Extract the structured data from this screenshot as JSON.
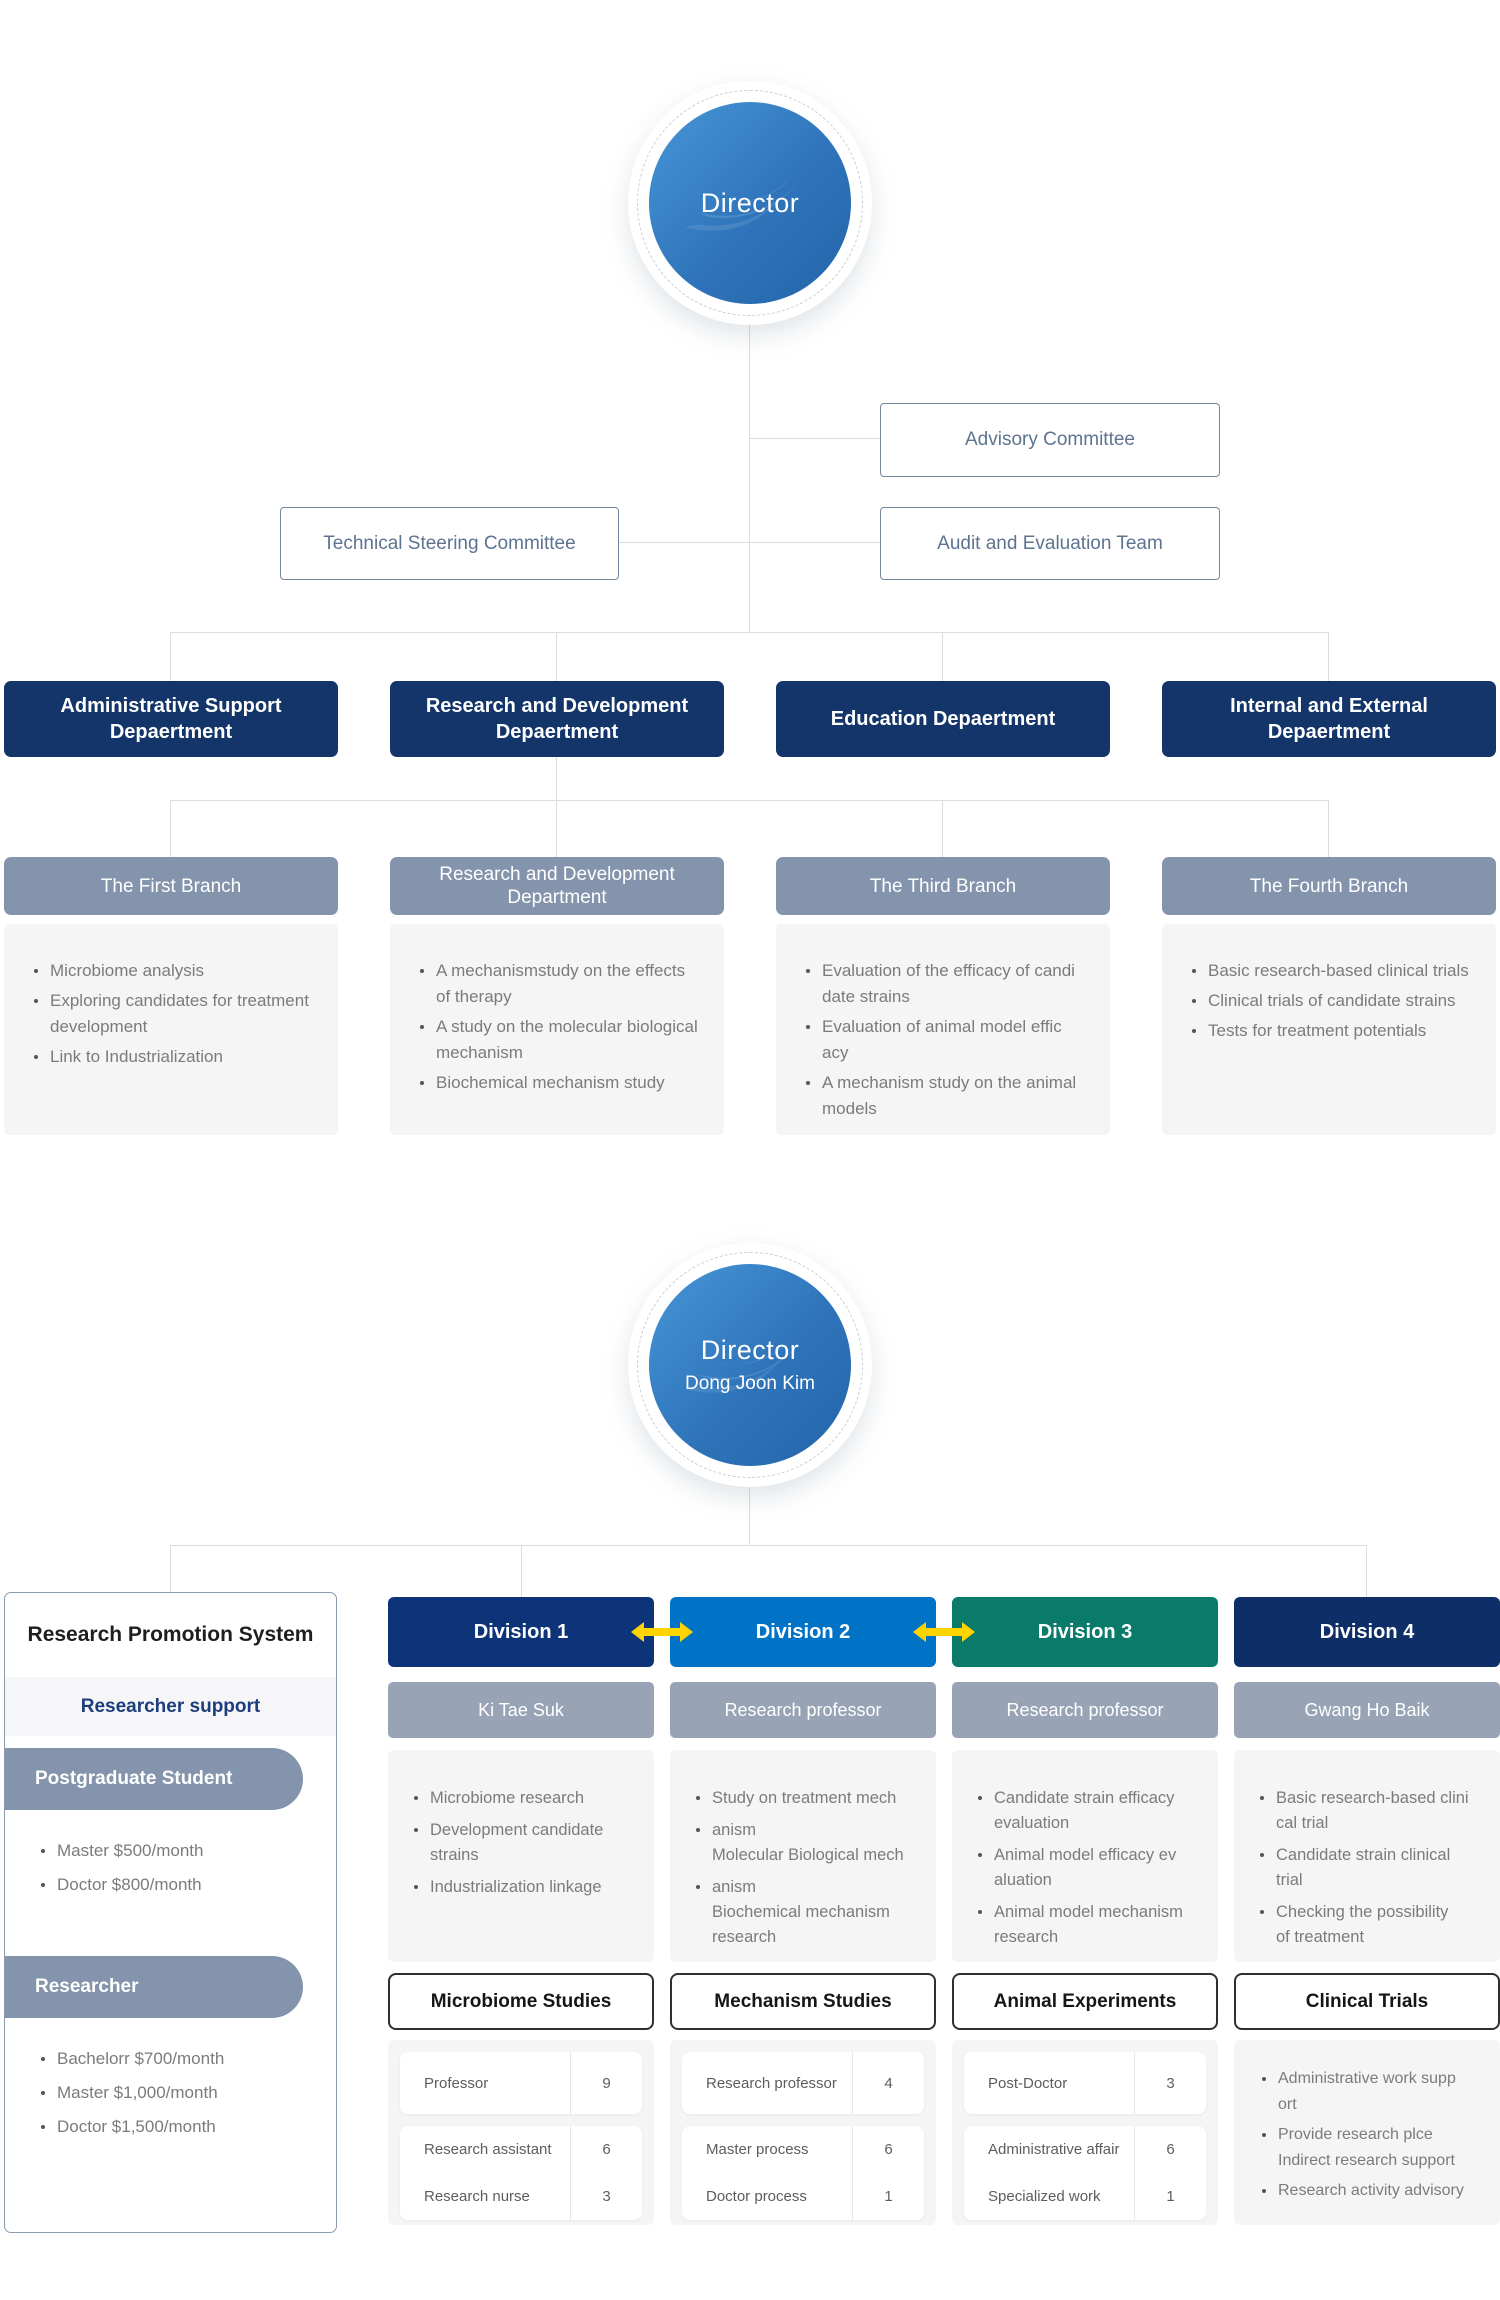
{
  "palette": {
    "department_navy": "#133569",
    "division1_navy": "#0d3478",
    "division2_blue": "#0173c7",
    "division3_teal": "#0a7a6b",
    "division4_navy": "#0d2e66",
    "header_gray": "#8494ac",
    "subheader_gray": "#98a4b6",
    "panel_gray": "#f5f5f5",
    "arrow_yellow": "#ffd400",
    "committee_border": "#73869f",
    "line_gray": "#dcdcdc",
    "accent_navy_text": "#1d3e7c"
  },
  "top": {
    "director_label": "Director",
    "committees": {
      "advisory": "Advisory Committee",
      "technical": "Technical Steering Committee",
      "audit": "Audit and Evaluation Team"
    },
    "departments": [
      "Administrative Support Depaertment",
      "Research and Development Depaertment",
      "Education Depaertment",
      "Internal and External Depaertment"
    ],
    "branches": [
      {
        "title": "The First Branch",
        "lines": [
          {
            "b": 1,
            "t": "Microbiome analysis"
          },
          {
            "b": 1,
            "t": "Exploring candidates for treatment"
          },
          {
            "b": 0,
            "t": "development"
          },
          {
            "b": 1,
            "t": "Link to Industrialization"
          }
        ]
      },
      {
        "title": "Research and Development Department",
        "lines": [
          {
            "b": 1,
            "t": "A mechanismstudy on the effects"
          },
          {
            "b": 0,
            "t": "of therapy"
          },
          {
            "b": 1,
            "t": "A study on the molecular biological"
          },
          {
            "b": 0,
            "t": "mechanism"
          },
          {
            "b": 1,
            "t": "Biochemical mechanism study"
          }
        ]
      },
      {
        "title": "The Third Branch",
        "lines": [
          {
            "b": 1,
            "t": "Evaluation of the efficacy of candi"
          },
          {
            "b": 0,
            "t": "date strains"
          },
          {
            "b": 1,
            "t": "Evaluation of animal model effic"
          },
          {
            "b": 0,
            "t": "acy"
          },
          {
            "b": 1,
            "t": "A mechanism study on the animal"
          },
          {
            "b": 0,
            "t": "models"
          }
        ]
      },
      {
        "title": "The Fourth Branch",
        "lines": [
          {
            "b": 1,
            "t": "Basic research-based clinical trials"
          },
          {
            "b": 1,
            "t": "Clinical trials of candidate strains"
          },
          {
            "b": 1,
            "t": "Tests for treatment potentials"
          }
        ]
      }
    ]
  },
  "bottom": {
    "director_label": "Director",
    "director_name": "Dong Joon Kim",
    "promotion": {
      "title": "Research Promotion System",
      "subtitle": "Researcher support",
      "groups": [
        {
          "band": "Postgraduate Student",
          "items": [
            "Master $500/month",
            "Doctor $800/month"
          ]
        },
        {
          "band": "Researcher",
          "items": [
            "Bachelorr $700/month",
            "Master $1,000/month",
            "Doctor $1,500/month"
          ]
        }
      ]
    },
    "divisions": [
      {
        "name": "Division 1",
        "color_key": "division1_navy",
        "head": "Ki Tae Suk",
        "focus_lines": [
          {
            "b": 1,
            "t": "Microbiome research"
          },
          {
            "b": 1,
            "t": "Development candidate"
          },
          {
            "b": 0,
            "t": "strains"
          },
          {
            "b": 1,
            "t": "Industrialization linkage"
          }
        ],
        "study": "Microbiome Studies",
        "staff": [
          [
            {
              "role": "Professor",
              "count": "9"
            }
          ],
          [
            {
              "role": "Research assistant",
              "count": "6"
            },
            {
              "role": "Research nurse",
              "count": "3"
            }
          ]
        ]
      },
      {
        "name": "Division 2",
        "color_key": "division2_blue",
        "head": "Research professor",
        "focus_lines": [
          {
            "b": 1,
            "t": "Study on treatment mech"
          },
          {
            "b": 1,
            "t": "anism"
          },
          {
            "b": 0,
            "t": "Molecular Biological mech"
          },
          {
            "b": 1,
            "t": "anism"
          },
          {
            "b": 0,
            "t": "Biochemical mechanism"
          },
          {
            "b": 0,
            "t": "research"
          }
        ],
        "study": "Mechanism Studies",
        "staff": [
          [
            {
              "role": "Research professor",
              "count": "4"
            }
          ],
          [
            {
              "role": "Master process",
              "count": "6"
            },
            {
              "role": "Doctor process",
              "count": "1"
            }
          ]
        ]
      },
      {
        "name": "Division 3",
        "color_key": "division3_teal",
        "head": "Research professor",
        "focus_lines": [
          {
            "b": 1,
            "t": "Candidate strain efficacy"
          },
          {
            "b": 0,
            "t": "evaluation"
          },
          {
            "b": 1,
            "t": "Animal model efficacy ev"
          },
          {
            "b": 0,
            "t": "aluation"
          },
          {
            "b": 1,
            "t": "Animal model mechanism"
          },
          {
            "b": 0,
            "t": "research"
          }
        ],
        "study": "Animal Experiments",
        "staff": [
          [
            {
              "role": "Post-Doctor",
              "count": "3"
            }
          ],
          [
            {
              "role": "Administrative affair",
              "count": "6"
            },
            {
              "role": "Specialized work",
              "count": "1"
            }
          ]
        ]
      },
      {
        "name": "Division 4",
        "color_key": "division4_navy",
        "head": "Gwang Ho Baik",
        "focus_lines": [
          {
            "b": 1,
            "t": "Basic research-based clini"
          },
          {
            "b": 0,
            "t": "cal trial"
          },
          {
            "b": 1,
            "t": "Candidate strain clinical"
          },
          {
            "b": 0,
            "t": "trial"
          },
          {
            "b": 1,
            "t": "Checking the possibility"
          },
          {
            "b": 0,
            "t": "of treatment"
          }
        ],
        "study": "Clinical Trials",
        "notes_lines": [
          {
            "b": 1,
            "t": "Administrative work supp"
          },
          {
            "b": 0,
            "t": "ort"
          },
          {
            "b": 1,
            "t": "Provide research plce"
          },
          {
            "b": 0,
            "t": "Indirect research support"
          },
          {
            "b": 1,
            "t": "Research activity advisory"
          }
        ]
      }
    ]
  }
}
